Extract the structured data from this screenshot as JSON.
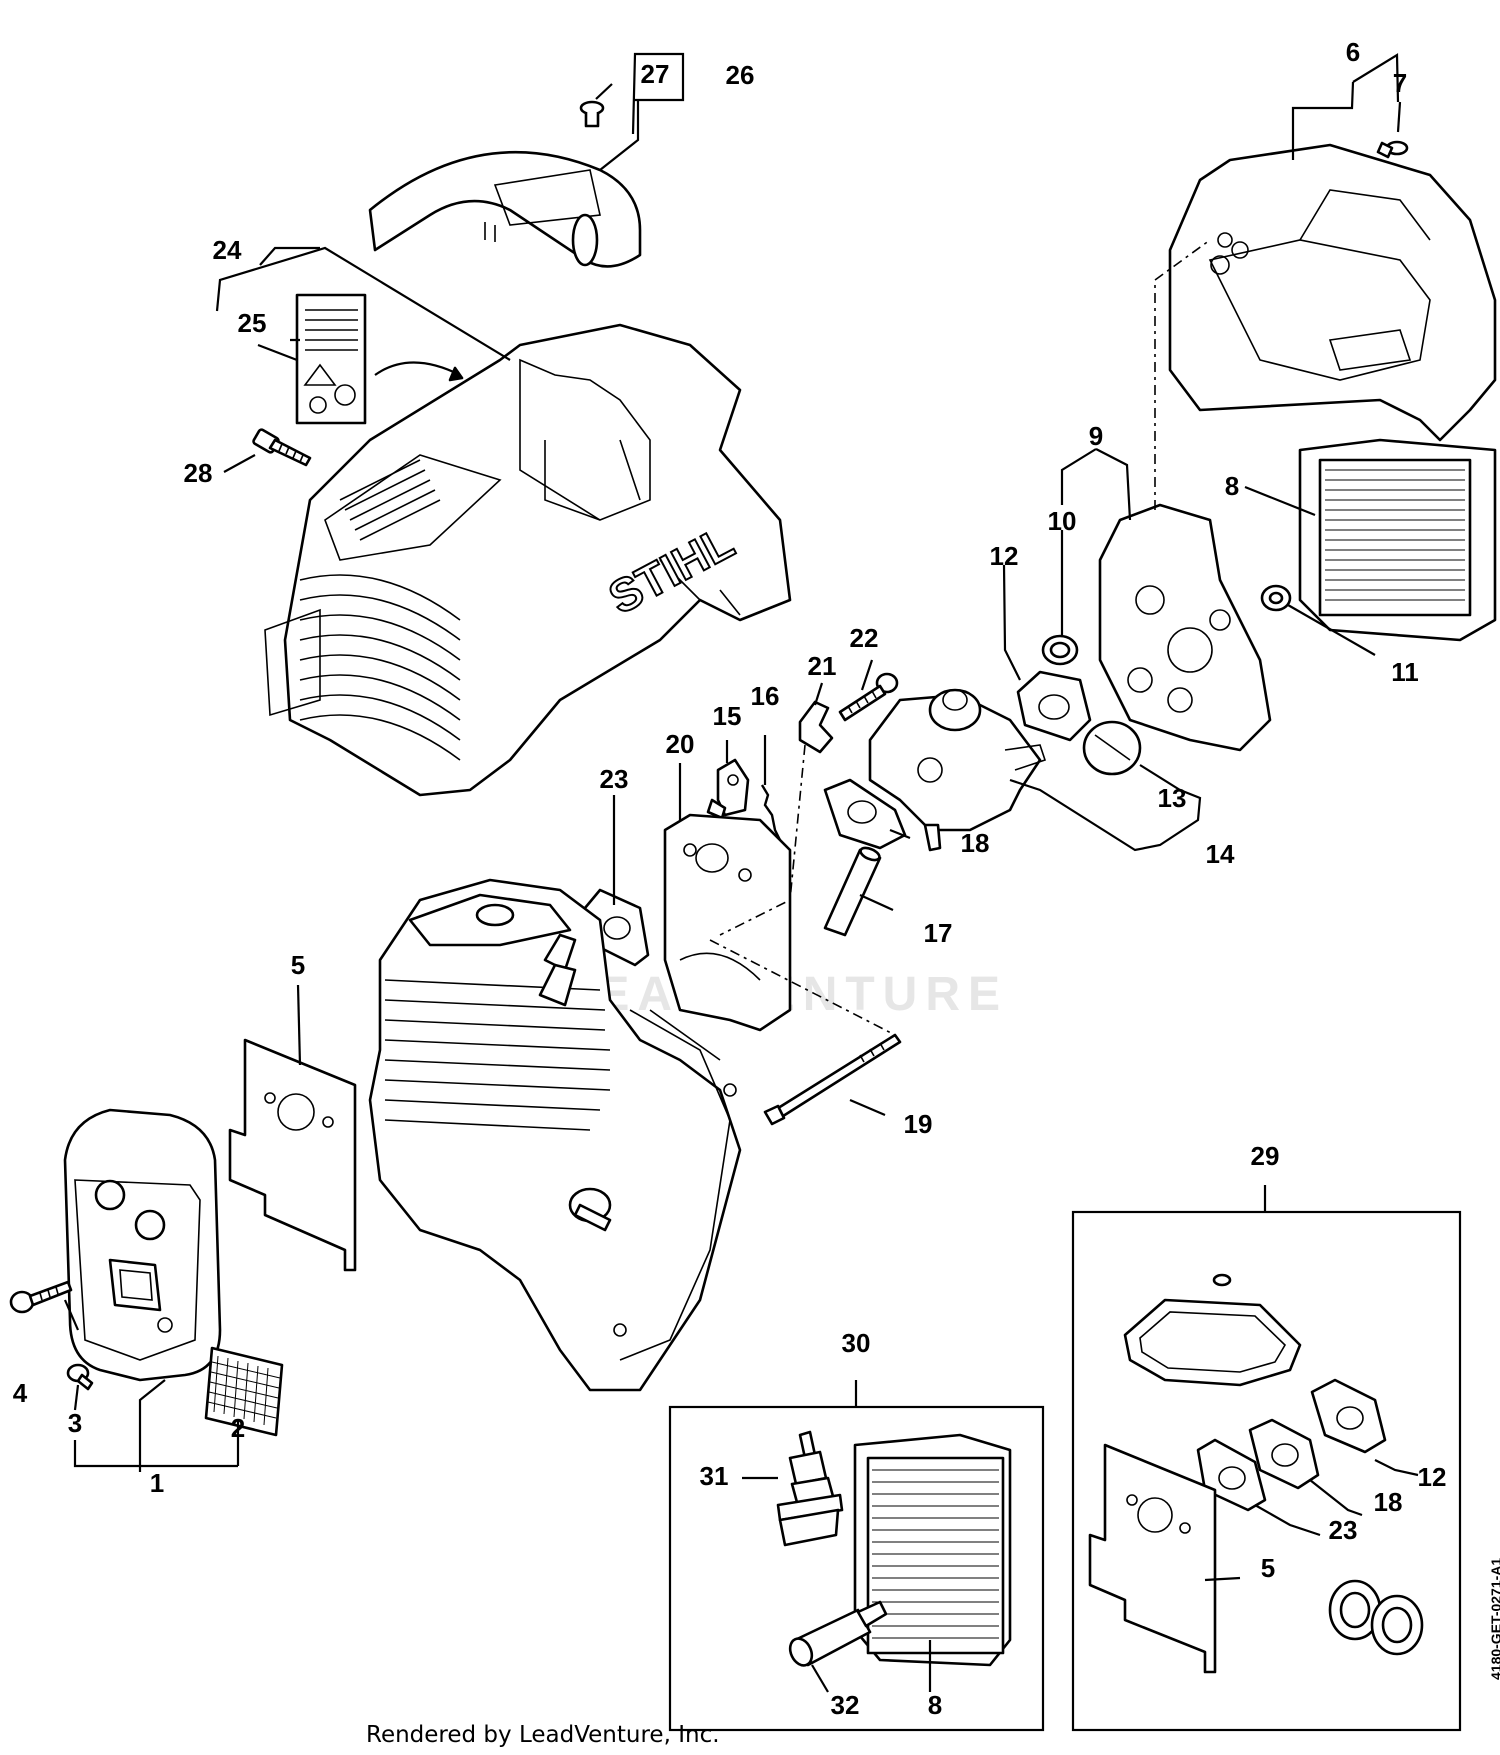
{
  "diagram": {
    "callouts": [
      {
        "id": "c1",
        "text": "1"
      },
      {
        "id": "c2",
        "text": "2"
      },
      {
        "id": "c3",
        "text": "3"
      },
      {
        "id": "c4",
        "text": "4"
      },
      {
        "id": "c5",
        "text": "5"
      },
      {
        "id": "c6",
        "text": "6"
      },
      {
        "id": "c7",
        "text": "7"
      },
      {
        "id": "c8",
        "text": "8"
      },
      {
        "id": "c9",
        "text": "9"
      },
      {
        "id": "c10",
        "text": "10"
      },
      {
        "id": "c11",
        "text": "11"
      },
      {
        "id": "c12",
        "text": "12"
      },
      {
        "id": "c13",
        "text": "13"
      },
      {
        "id": "c14",
        "text": "14"
      },
      {
        "id": "c15",
        "text": "15"
      },
      {
        "id": "c16",
        "text": "16"
      },
      {
        "id": "c17",
        "text": "17"
      },
      {
        "id": "c18",
        "text": "18"
      },
      {
        "id": "c19",
        "text": "19"
      },
      {
        "id": "c20",
        "text": "20"
      },
      {
        "id": "c21",
        "text": "21"
      },
      {
        "id": "c22",
        "text": "22"
      },
      {
        "id": "c23",
        "text": "23"
      },
      {
        "id": "c24",
        "text": "24"
      },
      {
        "id": "c25",
        "text": "25"
      },
      {
        "id": "c26",
        "text": "26"
      },
      {
        "id": "c27",
        "text": "27"
      },
      {
        "id": "c28",
        "text": "28"
      },
      {
        "id": "c29",
        "text": "29"
      },
      {
        "id": "c30",
        "text": "30"
      },
      {
        "id": "c31",
        "text": "31"
      },
      {
        "id": "c32",
        "text": "32"
      },
      {
        "id": "k29_12",
        "text": "12"
      },
      {
        "id": "k29_18",
        "text": "18"
      },
      {
        "id": "k29_23",
        "text": "23"
      },
      {
        "id": "k29_5",
        "text": "5"
      },
      {
        "id": "k30_8",
        "text": "8"
      }
    ],
    "shroud_logo": "STIHL",
    "watermark": "LEADVENTURE",
    "footer_text": "Rendered by LeadVenture, Inc.",
    "side_code": "4180-GET-0271-A1"
  }
}
